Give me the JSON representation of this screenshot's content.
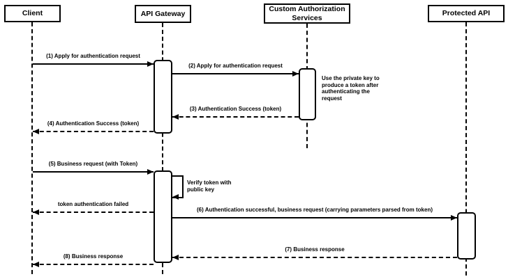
{
  "diagram": {
    "type": "sequence-diagram",
    "colors": {
      "line": "#000000",
      "text": "#000000",
      "background": "#ffffff",
      "fill": "#ffffff"
    },
    "actors": [
      {
        "label": "Client"
      },
      {
        "label": "API Gateway"
      },
      {
        "label": "Custom Authorization Services"
      },
      {
        "label": "Protected API"
      }
    ],
    "messages": [
      {
        "label": "(1) Apply for authentication request",
        "from": "Client",
        "to": "API Gateway",
        "line": "solid"
      },
      {
        "label": "(2) Apply for authentication request",
        "from": "API Gateway",
        "to": "Custom Authorization Services",
        "line": "solid"
      },
      {
        "label": "(3) Authentication Success (token)",
        "from": "Custom Authorization Services",
        "to": "API Gateway",
        "line": "dashed"
      },
      {
        "label": "(4) Authentication Success (token)",
        "from": "API Gateway",
        "to": "Client",
        "line": "dashed"
      },
      {
        "label": "(5) Business request (with Token)",
        "from": "Client",
        "to": "API Gateway",
        "line": "solid"
      },
      {
        "label": "token authentication failed",
        "from": "API Gateway",
        "to": "Client",
        "line": "dashed"
      },
      {
        "label": "(6) Authentication successful, business request (carrying parameters parsed from token)",
        "from": "API Gateway",
        "to": "Protected API",
        "line": "solid"
      },
      {
        "label": "(7) Business response",
        "from": "Protected API",
        "to": "API Gateway",
        "line": "dashed"
      },
      {
        "label": "(8) Business response",
        "from": "API Gateway",
        "to": "Client",
        "line": "dashed"
      }
    ],
    "notes": [
      {
        "label": "Use the private key to produce a token after authenticating the request",
        "attached_to": "Custom Authorization Services"
      },
      {
        "label": "Verify token with public key",
        "attached_to": "API Gateway",
        "kind": "self-message"
      }
    ]
  }
}
